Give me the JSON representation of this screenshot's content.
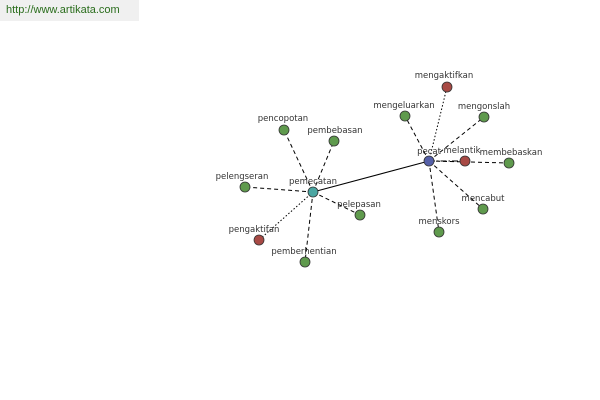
{
  "site_url": "http://www.artikata.com",
  "colors": {
    "green": "#5f9a4d",
    "red": "#a84a45",
    "teal": "#4aa6a2",
    "blue": "#5560a8"
  },
  "nodes": {
    "pemecatan": "pemecatan",
    "pecat": "pecat",
    "pencopotan": "pencopotan",
    "pembebasan": "pembebasan",
    "pelengseran": "pelengseran",
    "pelepasan": "pelepasan",
    "pengaktifan": "pengaktifan",
    "pemberhentian": "pemberhentian",
    "mengaktifkan": "mengaktifkan",
    "mengeluarkan": "mengeluarkan",
    "mengonslah": "mengonslah",
    "melantik": "melantik",
    "membebaskan": "membebaskan",
    "mencabut": "mencabut",
    "menskors": "menskors"
  }
}
